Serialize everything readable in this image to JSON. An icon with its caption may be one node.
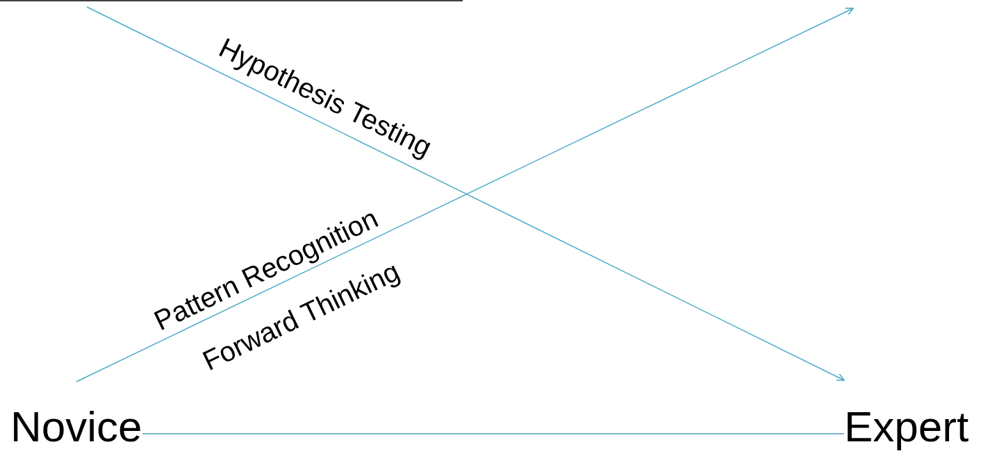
{
  "diagram": {
    "nodes": [
      {
        "text": [
          "Novice"
        ]
      },
      {
        "text": [
          "Expert"
        ]
      }
    ],
    "edges": [
      {
        "from": 0,
        "to": 1,
        "arrow": "none"
      }
    ],
    "labels": [
      "Hypothesis Testing",
      "Pattern Recognition",
      "Forward Thinking"
    ]
  }
}
